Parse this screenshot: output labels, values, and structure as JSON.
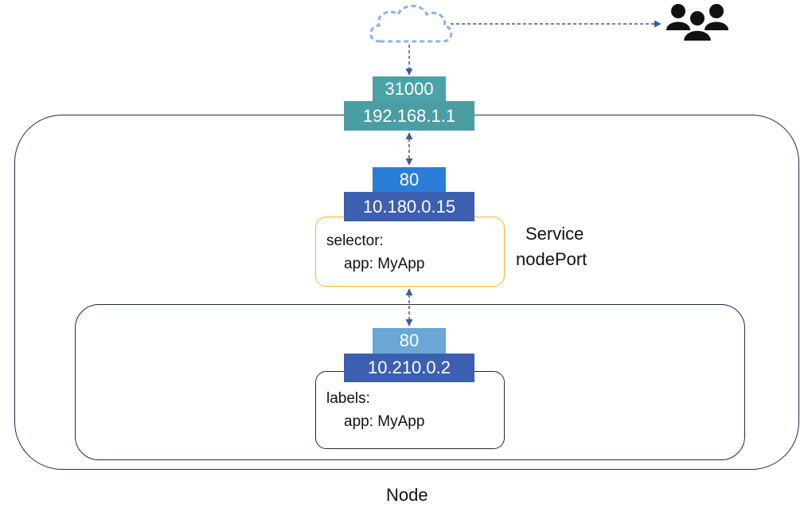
{
  "external": {
    "port": "31000",
    "ip": "192.168.1.1"
  },
  "service": {
    "port": "80",
    "ip": "10.180.0.15",
    "selector_key": "selector:",
    "selector_value": "app: MyApp",
    "name": "Service",
    "type": "nodePort"
  },
  "pod": {
    "port": "80",
    "ip": "10.210.0.2",
    "labels_key": "labels:",
    "labels_value": "app: MyApp"
  },
  "node": {
    "name": "Node"
  },
  "icons": {
    "cloud": "cloud-icon",
    "users": "users-icon"
  },
  "colors": {
    "external": "#4a9ea3",
    "service_port": "#2a7ed8",
    "ip": "#3d5faf",
    "pod_port": "#6aa6d6",
    "selector_border": "#f2b822",
    "arrow": "#3b5aa0",
    "cloud": "#8ab4e8"
  }
}
